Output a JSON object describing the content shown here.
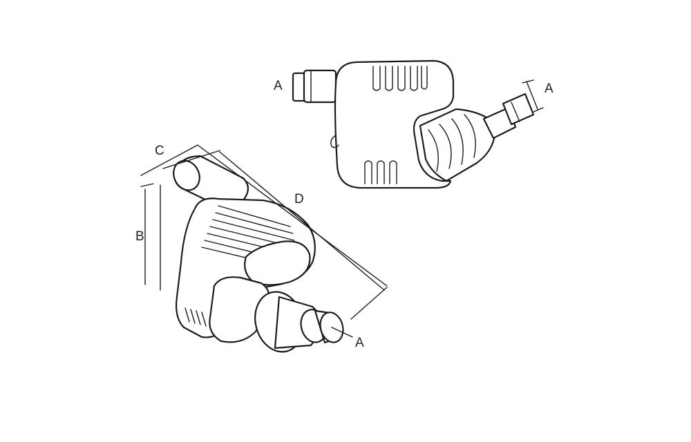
{
  "diagram": {
    "labels": {
      "top_left_a": "A",
      "top_right_a": "A",
      "c": "C",
      "b": "B",
      "d": "D",
      "bottom_a": "A"
    },
    "colors": {
      "ink": "#1a1a1a",
      "background": "#ffffff"
    }
  }
}
